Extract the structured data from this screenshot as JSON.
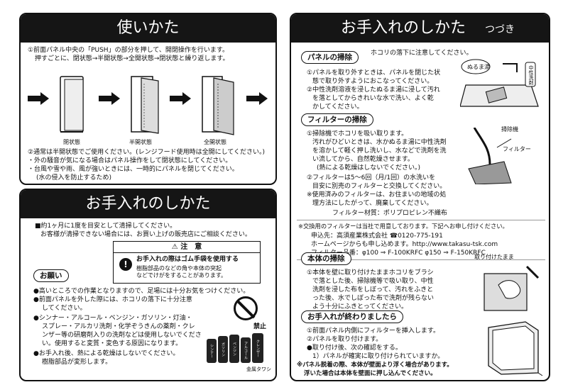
{
  "left_top": {
    "title": "使いかた",
    "step1_line1": "①前面パネル中央の「PUSH」の部分を押して、開閉操作を行います。",
    "step1_line2": "押すごとに、閉状態→半開状態→全開状態→閉状態と繰り返します。",
    "state_closed": "閉状態",
    "state_half": "半開状態",
    "state_full": "全開状態",
    "step2": "②通常は半開状態でご使用ください。(レンジフード使用時は全開にしてください。)",
    "bullet1": "・外の騒音が気になる場合はパネル操作をして閉状態にしてください。",
    "bullet2": "・台風や雪や雨、風が強いときには、一時的にパネルを閉じてください。",
    "bullet2b": "(水の侵入を防止するため)"
  },
  "left_bottom": {
    "title": "お手入れのしかた",
    "intro1": "■約1ヶ月に1度を目安として清掃してください。",
    "intro2": "お客様が清掃できない場合には、お買い上げの販売店にご相談ください。",
    "caution_title": "注　意",
    "caution_bold": "お手入れの際はゴム手袋を使用する",
    "caution_body1": "樹脂部品のなどの角や本体の突起",
    "caution_body2": "などでけがをすることがあります。",
    "onegai": "お願い",
    "b1": "●高いところでの作業となりますので、足場には十分お気をつけください。",
    "b2a": "●前面パネルを外した際には、ホコリの落下に十分注意",
    "b2b": "してください。",
    "b3a": "●シンナー・アルコール・ベンジン・ガソリン・灯油・",
    "b3b": "スプレー・アルカリ洗剤・化学ぞうきんの薬剤・クレ",
    "b3c": "ンザー等の研磨剤入りの洗剤などは使用しないでくださ",
    "b3d": "い。使用すると変質・変色する原因になります。",
    "b4a": "●お手入れ後、熱による乾燥はしないでください。",
    "b4b": "樹脂部品が変形します。",
    "prohibit_label": "禁止",
    "bottles": [
      "シンナー",
      "ガソリン",
      "ベンジン",
      "アルコール",
      "クレンザー"
    ],
    "brush_label": "金属タワシ"
  },
  "right": {
    "title": "お手入れのしかた",
    "title_sub": "つづき",
    "panel_pill": "パネルの掃除",
    "panel_note": "ホコリの落下に注意してください。",
    "panel1a": "①パネルを取り外すときは、パネルを閉じた状",
    "panel1b": "態で取り外すようにおこなってください。",
    "panel2a": "②中性洗剤溶液を浸したぬるま湯に浸して汚れ",
    "panel2b": "を落としてからきれいな水で洗い、よく乾",
    "panel2c": "かしてください。",
    "nurumayu": "ぬるま湯",
    "detergent": "中性洗剤",
    "filter_pill": "フィルターの掃除",
    "filter1a": "①掃除機でホコリを吸い取ります。",
    "filter1b": "汚れがひどいときは、水かぬるま湯に中性洗剤",
    "filter1c": "を溶かして軽く押し洗いし、水などで洗剤を洗",
    "filter1d": "い流してから、自然乾燥させます。",
    "filter1e": "(熱による乾燥はしないでください。)",
    "vacuum": "掃除機",
    "filter_label": "フィルター",
    "filter2a": "②フィルターは5〜6回（月/1回）の水洗いを",
    "filter2b": "目安に別売のフィルターと交換してください。",
    "filter3a": "※使用済みのフィルターは、お住まいの地域の処",
    "filter3b": "理方法にしたがって、廃棄してください。",
    "filter_material": "フィルター材質：ポリプロピレン不織布",
    "order_note": "※交換用のフィルターは当社で用意しております。下記へお申し付けください。",
    "order_line1": "申込先：高須産業株式会社 ☎0120-775-191",
    "order_line2": "ホームページからも申し込めます。http://www.takasu-tsk.com",
    "order_line3": "フィルター品番：φ100 ⇒ F-100KRFC φ150 ⇒ F-150KRFC",
    "body_pill": "本体の掃除",
    "body_label": "取り付けたまま",
    "body1a": "①本体を壁に取り付けたままホコリをブラシ",
    "body1b": "で落とした後、掃除機等で吸い取り、中性",
    "body1c": "洗剤を浸した布をしぼって、汚れをふきと",
    "body1d": "った後、水でしぼった布で洗剤が残らない",
    "body1e": "よう十分にふきとってください。",
    "finish_pill": "お手入れが終わりましたら",
    "fin1": "①前面パネル内側にフィルターを挿入します。",
    "fin2": "②パネルを取り付けます。",
    "fin3": "●取り付け後、次の確認をする。",
    "fin4": "1）パネルが確実に取り付けられていますか。",
    "warn1": "※パネル脱着の際、本体が壁面より浮く場合があります。",
    "warn2": "浮いた場合は本体を壁面に押し込んでください。"
  }
}
